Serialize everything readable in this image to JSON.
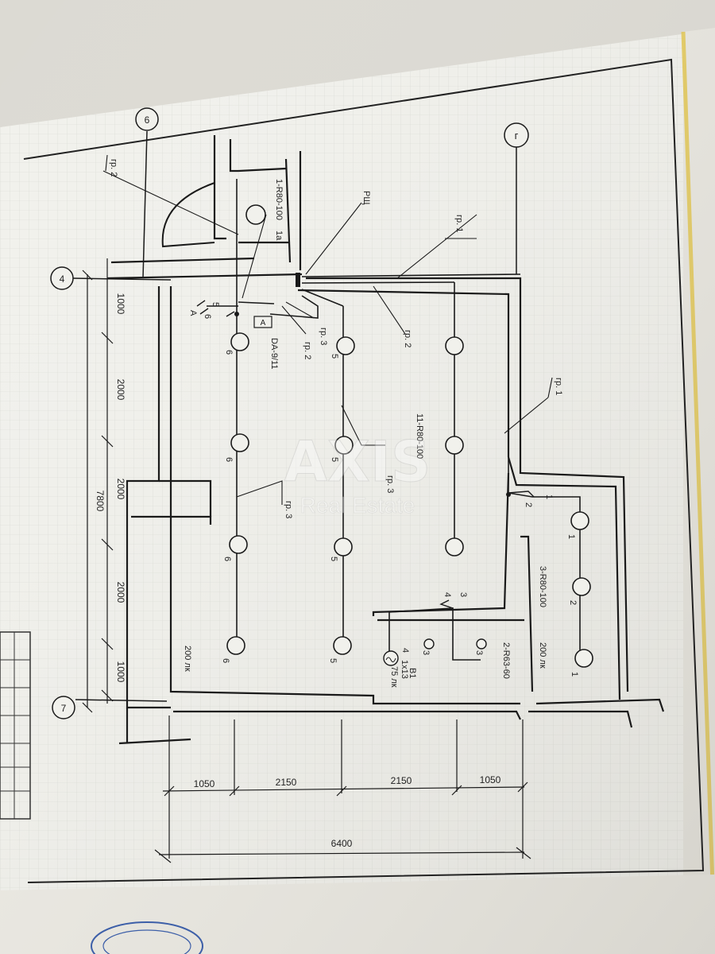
{
  "watermark": {
    "brand": "AXIS",
    "sub": "Real Estate"
  },
  "axes": {
    "top_left": "6",
    "top_right": "г",
    "mid_left": "4",
    "bottom_left": "7"
  },
  "groups": {
    "gr1_upper": "гр. 1",
    "gr1_lower": "гр. 1",
    "gr2_left": "гр. 2",
    "gr2_mid": "гр. 2",
    "gr2_center": "гр. 2",
    "gr3_small": "гр. 3",
    "gr3_lower": "гр. 3",
    "gr3_center": "гр. 3"
  },
  "panel": {
    "code": "РЩ",
    "breaker": "DA-9/11",
    "box": "A"
  },
  "fixtures_text": {
    "f1": "1-R80-100",
    "f1_sub": "1а",
    "f11": "11-R80-100",
    "f3": "3-R80-100",
    "f2": "2-R63-60",
    "b1": "В1",
    "b1_val": "1x13",
    "b1_lux": "75 лк"
  },
  "lux": {
    "left": "200 лк",
    "right": "200 лк"
  },
  "fixture_nums": {
    "row6": [
      "6",
      "6",
      "6",
      "6"
    ],
    "row5": [
      "5",
      "5",
      "5",
      "5"
    ],
    "right": [
      "1",
      "2",
      "1"
    ],
    "small3": [
      "3",
      "3"
    ],
    "switch_a": [
      "1",
      "2"
    ],
    "switch_b": [
      "3",
      "4"
    ],
    "switch_c": "4",
    "panel_switches": [
      "5",
      "6"
    ],
    "panel_a": "A"
  },
  "dims_vertical": {
    "d1": "1000",
    "d2": "2000",
    "d3": "2000",
    "d4": "2000",
    "d5": "1000",
    "total": "7800"
  },
  "dims_horizontal": {
    "h1": "1050",
    "h2": "2150",
    "h3": "2150",
    "h4": "1050",
    "total": "6400"
  }
}
